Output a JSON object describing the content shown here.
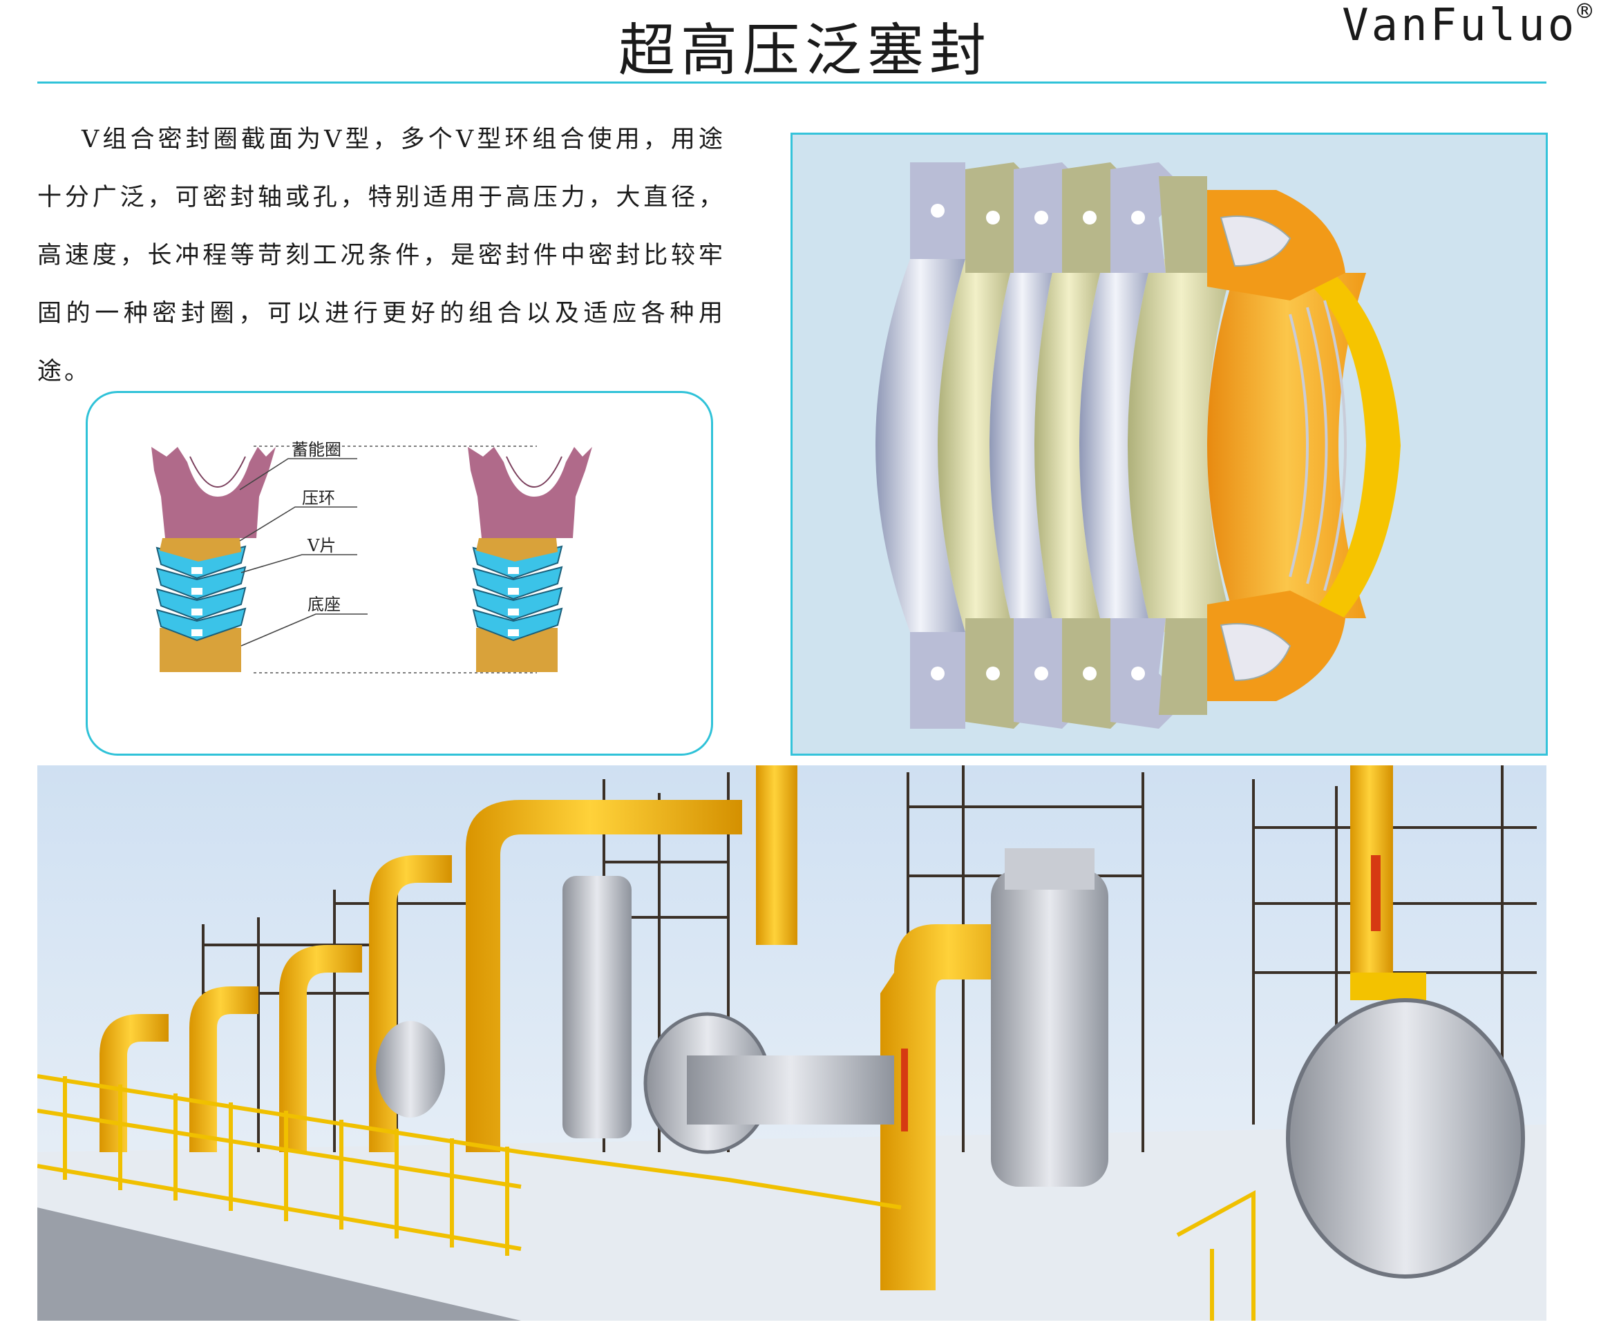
{
  "header": {
    "title": "超高压泛塞封",
    "brand": "VanFuluo",
    "registered": "®"
  },
  "intro": {
    "text": "V组合密封圈截面为V型，多个V型环组合使用，用途十分广泛，可密封轴或孔，特别适用于高压力，大直径，高速度，长冲程等苛刻工况条件，是密封件中密封比较牢固的一种密封圈，可以进行更好的组合以及适应各种用途。"
  },
  "diagram": {
    "labels": [
      "蓄能圈",
      "压环",
      "V片",
      "底座"
    ]
  },
  "colors": {
    "accent": "#2fc2d8",
    "seal_orange": "#f2a020",
    "pipe_yellow": "#f5b400",
    "energizer": "#b06a8a",
    "v_ring": "#3bc3e8",
    "base": "#d9a23a"
  }
}
